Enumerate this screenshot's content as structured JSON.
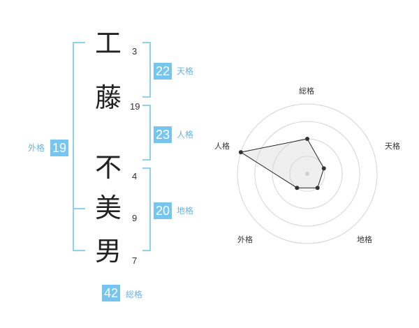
{
  "name": {
    "characters": [
      {
        "char": "工",
        "strokes": "3"
      },
      {
        "char": "藤",
        "strokes": "19"
      },
      {
        "char": "不",
        "strokes": "4"
      },
      {
        "char": "美",
        "strokes": "9"
      },
      {
        "char": "男",
        "strokes": "7"
      }
    ]
  },
  "fortunes": {
    "tenkaku": {
      "value": "22",
      "label": "天格"
    },
    "jinkaku": {
      "value": "23",
      "label": "人格"
    },
    "chikaku": {
      "value": "20",
      "label": "地格"
    },
    "gaikaku": {
      "value": "19",
      "label": "外格"
    },
    "soukaku": {
      "value": "42",
      "label": "総格"
    }
  },
  "colors": {
    "accent": "#75c5ef",
    "bracket": "#8fd0f0",
    "label": "#6ab4dc"
  },
  "chart_data": {
    "type": "radar",
    "axes": [
      "総格",
      "天格",
      "地格",
      "外格",
      "人格"
    ],
    "scale_max": 4,
    "rings": 4,
    "values": [
      2,
      1,
      1,
      1,
      4
    ]
  }
}
